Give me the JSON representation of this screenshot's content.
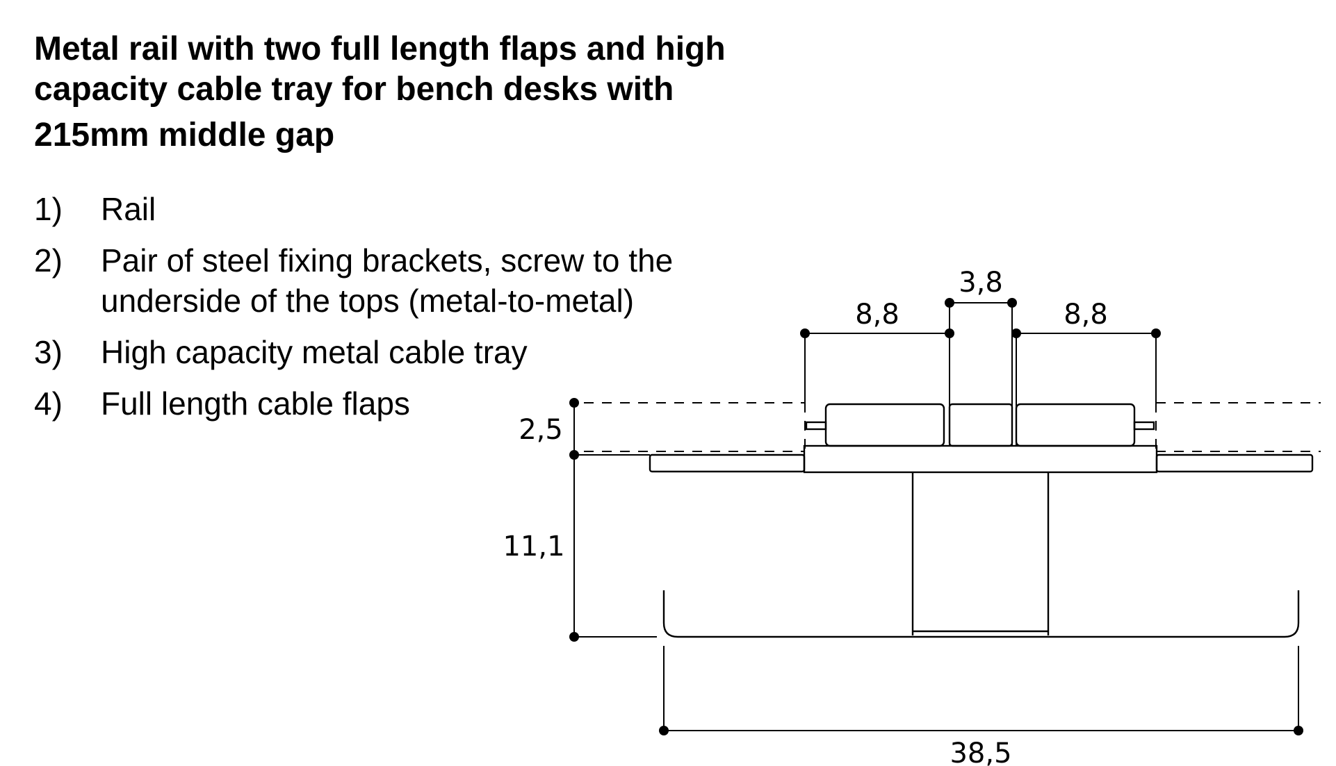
{
  "title": {
    "line1": "Metal rail with two full length flaps and high",
    "line2": "capacity cable tray for bench desks with",
    "line3": "215mm middle gap"
  },
  "legend": [
    {
      "num": "1)",
      "lines": [
        "Rail"
      ]
    },
    {
      "num": "2)",
      "lines": [
        "Pair of steel fixing brackets, screw to the",
        "underside of the tops (metal-to-metal)"
      ]
    },
    {
      "num": "3)",
      "lines": [
        "High capacity metal cable tray"
      ]
    },
    {
      "num": "4)",
      "lines": [
        "Full length cable flaps"
      ]
    }
  ],
  "dimensions": {
    "top_left": "8,8",
    "top_middle": "3,8",
    "top_right": "8,8",
    "flap_height": "2,5",
    "tray_depth": "11,1",
    "overall_width": "38,5"
  },
  "colors": {
    "line": "#000000",
    "background": "#ffffff"
  }
}
